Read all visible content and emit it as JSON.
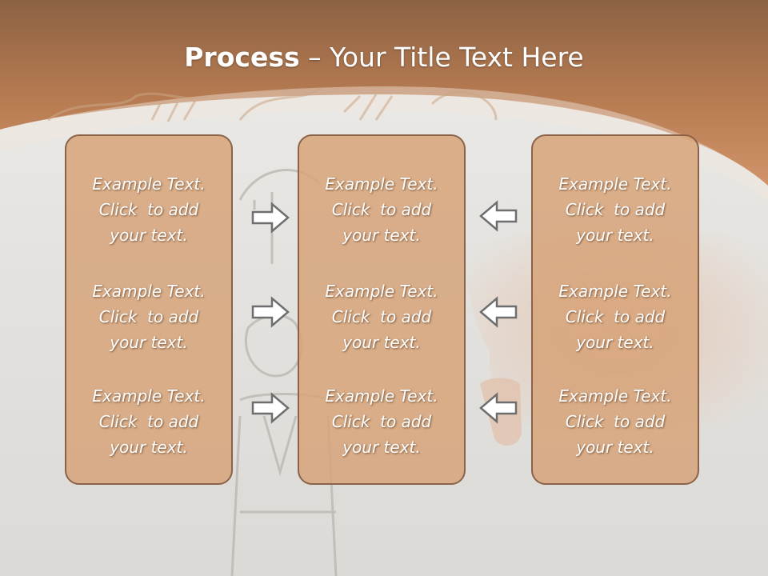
{
  "slide": {
    "title_bold": "Process",
    "title_rest": " – Your Title Text Here",
    "accent_color": "#c8895c",
    "panel_color": "#d6a47a"
  },
  "panels": [
    {
      "blocks": [
        {
          "line1": "Example Text.",
          "line2": "Click  to add",
          "line3": "your text."
        },
        {
          "line1": "Example Text.",
          "line2": "Click  to add",
          "line3": "your text."
        },
        {
          "line1": "Example Text.",
          "line2": "Click  to add",
          "line3": "your text."
        }
      ]
    },
    {
      "blocks": [
        {
          "line1": "Example Text.",
          "line2": "Click  to add",
          "line3": "your text."
        },
        {
          "line1": "Example Text.",
          "line2": "Click  to add",
          "line3": "your text."
        },
        {
          "line1": "Example Text.",
          "line2": "Click  to add",
          "line3": "your text."
        }
      ]
    },
    {
      "blocks": [
        {
          "line1": "Example Text.",
          "line2": "Click  to add",
          "line3": "your text."
        },
        {
          "line1": "Example Text.",
          "line2": "Click  to add",
          "line3": "your text."
        },
        {
          "line1": "Example Text.",
          "line2": "Click  to add",
          "line3": "your text."
        }
      ]
    }
  ],
  "arrows": {
    "left_group": {
      "icon": "arrow-right-icon",
      "count": 3
    },
    "right_group": {
      "icon": "arrow-left-icon",
      "count": 3
    }
  }
}
